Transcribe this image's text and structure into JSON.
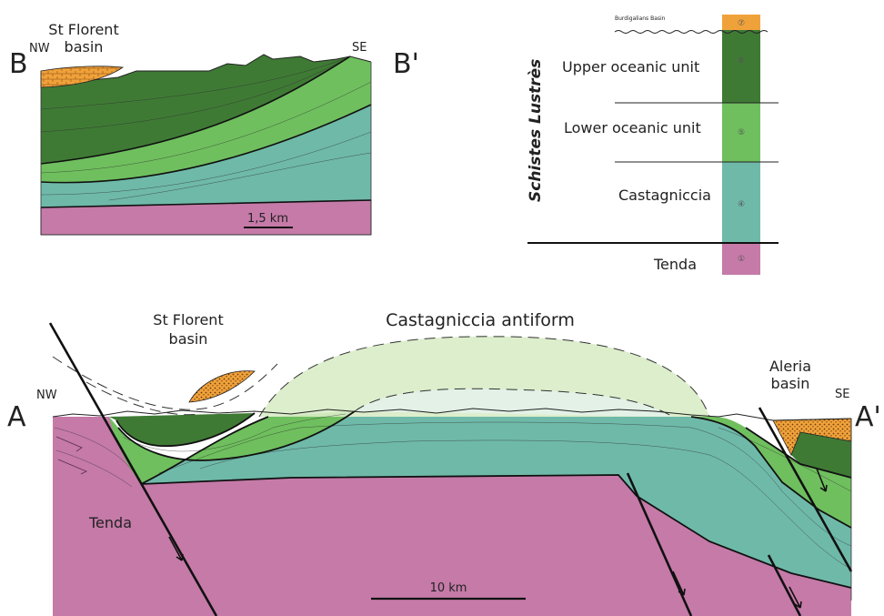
{
  "section_b": {
    "start_letter": "B",
    "end_letter": "B'",
    "dir_left": "NW",
    "dir_right": "SE",
    "basin_label": [
      "St Florent",
      "basin"
    ],
    "scale_label": "1,5 km"
  },
  "legend": {
    "group_label": "Schistes Lustrès",
    "top_label": "Burdigalians Basin",
    "units": [
      {
        "label": "Upper oceanic unit",
        "number": "⑥",
        "color": "#3f7a35"
      },
      {
        "label": "Lower oceanic unit",
        "number": "⑤",
        "color": "#6fbf5e"
      },
      {
        "label": "Castagniccia",
        "number": "④",
        "color": "#6fb9a9"
      },
      {
        "label": "Tenda",
        "number": "①",
        "color": "#c57aa8"
      }
    ],
    "basin_number": "⑦",
    "basin_color": "#f0a23a"
  },
  "section_a": {
    "start_letter": "A",
    "end_letter": "A'",
    "dir_left": "NW",
    "dir_right": "SE",
    "antiform_label": "Castagniccia antiform",
    "left_basin_label": [
      "St Florent",
      "basin"
    ],
    "right_basin_label": [
      "Aleria",
      "basin"
    ],
    "tenda_label": "Tenda",
    "scale_label": "10 km"
  }
}
